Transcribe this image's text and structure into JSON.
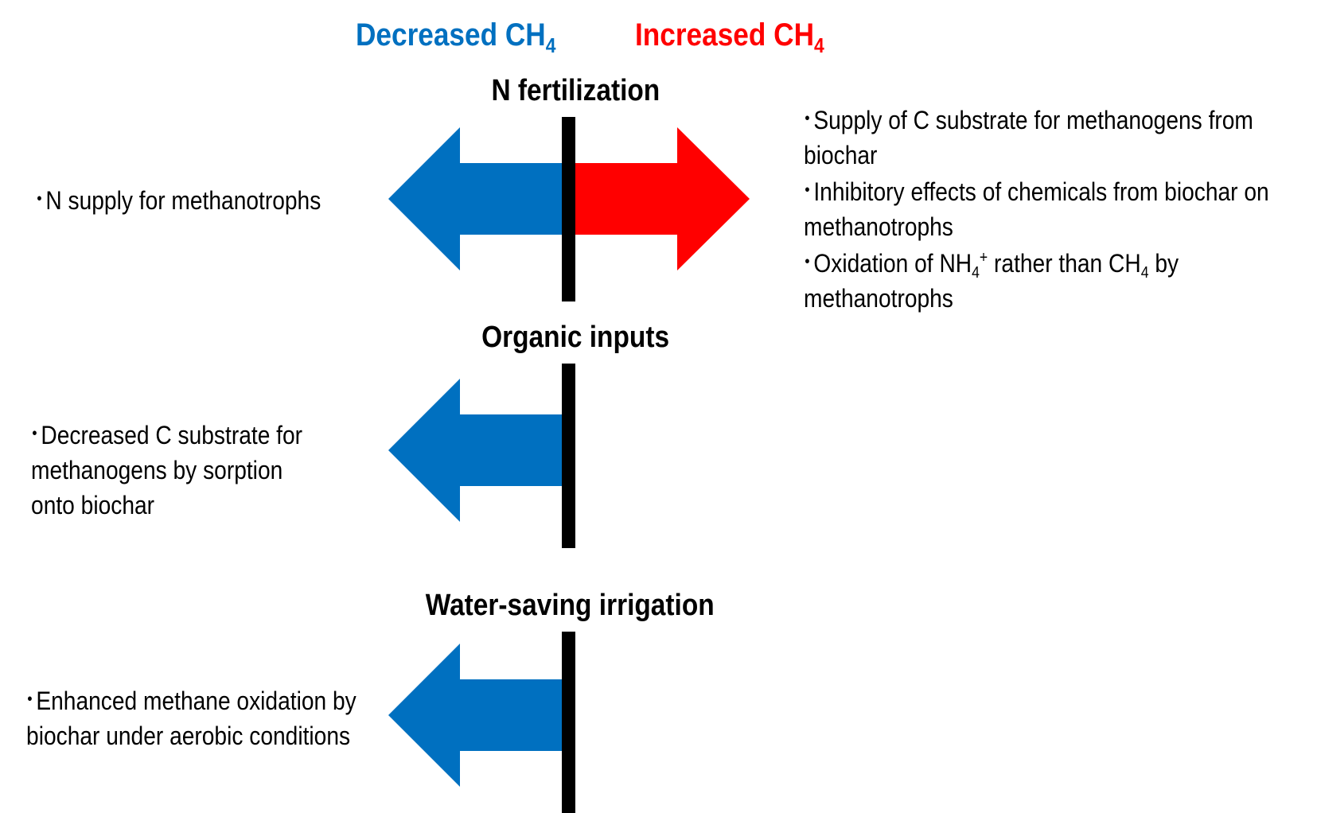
{
  "legend": {
    "decreased_label": "Decreased CH",
    "decreased_sub": "4",
    "increased_label": "Increased CH",
    "increased_sub": "4",
    "decreased_color": "#0070c0",
    "increased_color": "#ff0000"
  },
  "sections": [
    {
      "title": "N fertilization",
      "arrows": [
        "decrease",
        "increase"
      ]
    },
    {
      "title": "Organic inputs",
      "arrows": [
        "decrease"
      ]
    },
    {
      "title": "Water-saving irrigation",
      "arrows": [
        "decrease"
      ]
    }
  ],
  "bullet_symbol": "・",
  "left_notes": {
    "n_fertilization": [
      "N supply for methanotrophs"
    ],
    "organic_inputs": [
      "Decreased C substrate for",
      "methanogens by sorption",
      "onto biochar"
    ],
    "water_saving": [
      "Enhanced methane oxidation by",
      "biochar under aerobic conditions"
    ]
  },
  "right_notes": {
    "item1": [
      "Supply of C substrate for methanogens from",
      "biochar"
    ],
    "item2": [
      "Inhibitory effects of chemicals from biochar on",
      "methanotrophs"
    ],
    "item3": {
      "part1": "Oxidation of NH",
      "sub1": "4",
      "sup1": "+",
      "part2": " rather than CH",
      "sub2": "4",
      "part3": " by",
      "line2": "methanotrophs"
    }
  }
}
